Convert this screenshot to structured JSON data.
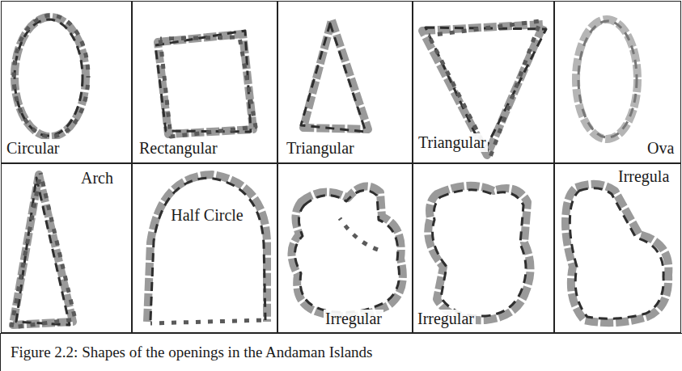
{
  "diagram": {
    "caption": "Figure 2.2: Shapes of the openings in the Andaman Islands",
    "nodes": [
      {
        "text": [
          "Circular"
        ]
      },
      {
        "text": [
          "Rectangular"
        ]
      },
      {
        "text": [
          "Triangular"
        ]
      },
      {
        "text": [
          "Triangular"
        ]
      },
      {
        "text": [
          "Ova"
        ]
      },
      {
        "text": [
          "Arch"
        ]
      },
      {
        "text": [
          "Half Circle"
        ]
      },
      {
        "text": [
          "Irregular"
        ]
      },
      {
        "text": [
          "Irregular"
        ]
      },
      {
        "text": [
          "Irregula"
        ]
      }
    ]
  }
}
